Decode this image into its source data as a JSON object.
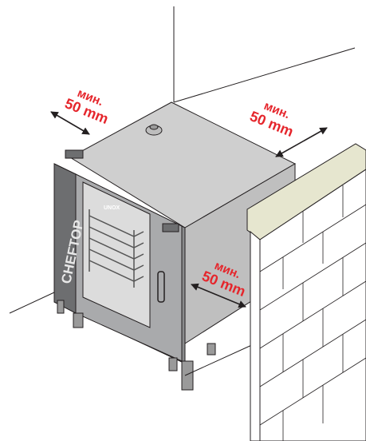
{
  "colors": {
    "annotation": "#e5262c",
    "oven_body": "#c9c9c9",
    "oven_dark": "#6d6e70",
    "brick": "#ffffff",
    "brick_cap": "#e6e6cf",
    "line": "#231f20"
  },
  "icons": [
    "clearance-arrow",
    "oven",
    "brick-wall"
  ],
  "oven": {
    "brand_vertical": "CHEFTOP",
    "brand_door": "UNOX"
  },
  "clearances": {
    "left": {
      "min_label": "мин.",
      "distance_label": "50 mm"
    },
    "right": {
      "min_label": "мин.",
      "distance_label": "50 mm"
    },
    "side": {
      "min_label": "мин.",
      "distance_label": "50 mm"
    }
  }
}
